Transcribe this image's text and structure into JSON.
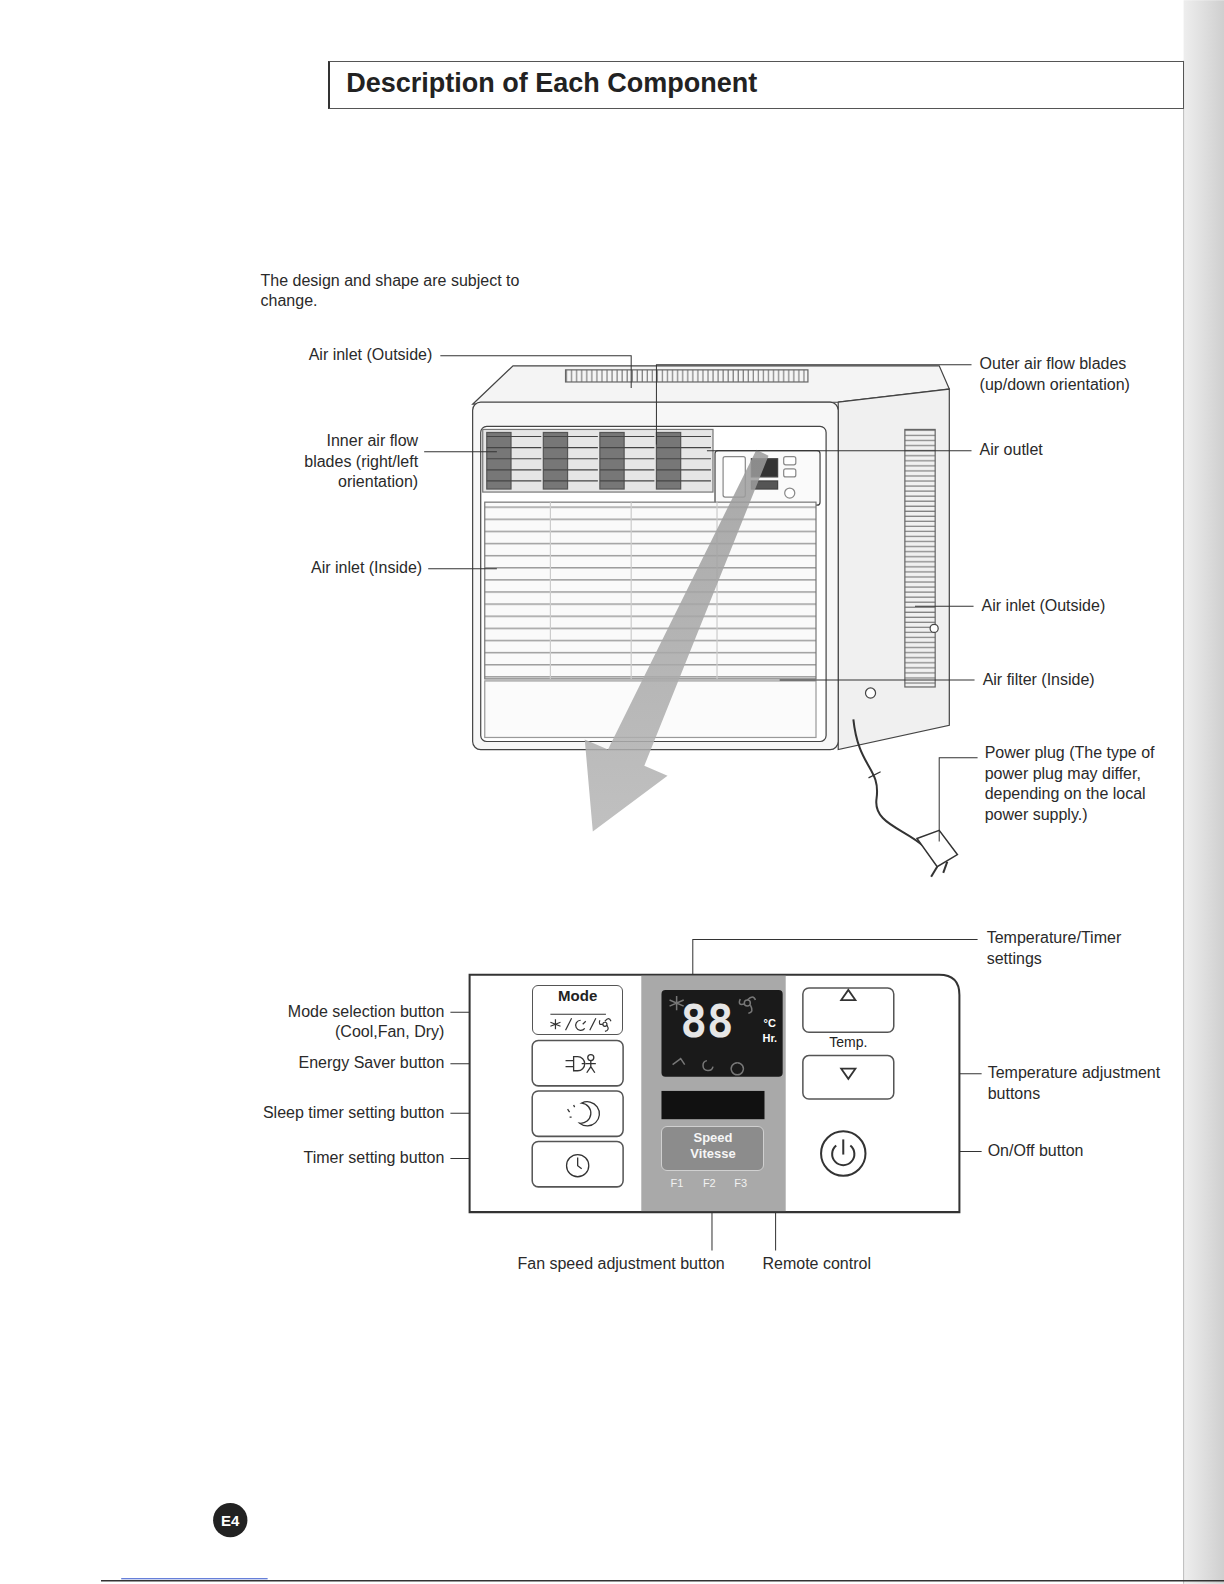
{
  "diagram": {
    "title": "Description of Each Component",
    "nodes": [
      {
        "text": [
          "Mode"
        ]
      },
      {
        "text": [
          "Speed Vitesse"
        ]
      }
    ],
    "labels": [
      "The design and shape are subject to change.",
      "Air inlet (Outside)",
      "Inner air flow blades (right/left orientation)",
      "Air inlet (Inside)",
      "Outer air flow blades (up/down orientation)",
      "Air outlet",
      "Air inlet (Outside)",
      "Air filter (Inside)",
      "Power plug (The type of power plug may differ, depending on the local power supply.)",
      "Temperature/Timer settings",
      "Mode selection button (Cool,Fan, Dry)",
      "Energy Saver button",
      "Sleep timer setting button",
      "Timer setting button",
      "Temperature adjustment buttons",
      "On/Off button",
      "Fan speed adjustment button",
      "Remote control",
      "88",
      "°C",
      "Hr.",
      "Temp.",
      "F1",
      "F2",
      "F3",
      "E4"
    ]
  }
}
